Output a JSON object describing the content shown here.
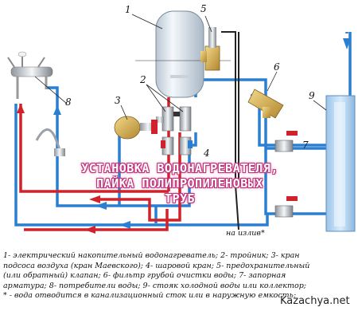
{
  "diagram": {
    "numbers": [
      "1",
      "2",
      "3",
      "4",
      "5",
      "6",
      "7",
      "8",
      "9"
    ],
    "colors": {
      "hot": "#d0222a",
      "cold": "#2b7fd0",
      "banner_outline": "#c0307a",
      "boiler": "#e8eef5"
    }
  },
  "banner": {
    "line1": "Установка водонагревателя,",
    "line2": "пайка полипропиленовых",
    "line3": "труб"
  },
  "outlet_label": "на излив*",
  "legend": {
    "line1": "1- электрический накопительный водонагреватель;  2- тройник;  3- кран",
    "line2": "подсоса воздуха (кран Маевского);  4- шаровой кран;  5- предохранительный",
    "line3": "(или обратный) клапан;  6- фильтр грубой очистки воды;  7- запорная",
    "line4": "арматура;  8- потребители воды;  9- стояк холодной воды или коллектор;",
    "line5": "* - вода отводится в канализационный сток или в наружную емкость;"
  },
  "watermark": "Kazachya.net"
}
